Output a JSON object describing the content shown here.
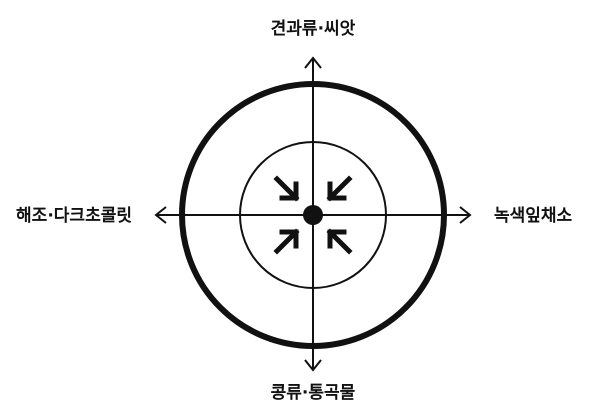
{
  "diagram": {
    "labels": {
      "top": "견과류·씨앗",
      "right": "녹색잎채소",
      "bottom": "콩류·통곡물",
      "left": "해조·다크초콜릿"
    },
    "colors": {
      "stroke": "#111111",
      "background": "#ffffff"
    },
    "icons": {
      "center": "center-dot",
      "arrows": "inward-arrows"
    }
  }
}
